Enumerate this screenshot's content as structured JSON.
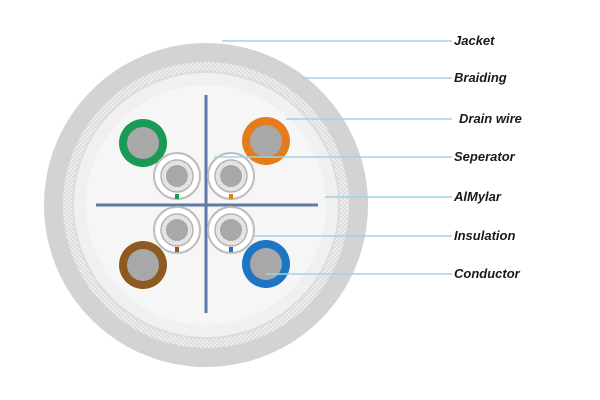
{
  "labels": {
    "jacket": "Jacket",
    "braiding": "Braiding",
    "drain_wire": "Drain wire",
    "separator": "Seperator",
    "almylar": "AlMylar",
    "insulation": "Insulation",
    "conductor": "Conductor"
  },
  "colors": {
    "jacket": "#d3d3d3",
    "braiding": "#e7e7e7",
    "inner_fill": "#f4f4f4",
    "cross_separator": "#5f7aa6",
    "leader_line": "#9fd3e3",
    "pair_green": "#1a9a55",
    "pair_orange": "#e47c1d",
    "pair_brown": "#8f5a22",
    "pair_blue": "#1c76c4",
    "conductor_core": "#a8a8a8"
  },
  "pairs": [
    "green",
    "orange",
    "brown",
    "blue"
  ]
}
